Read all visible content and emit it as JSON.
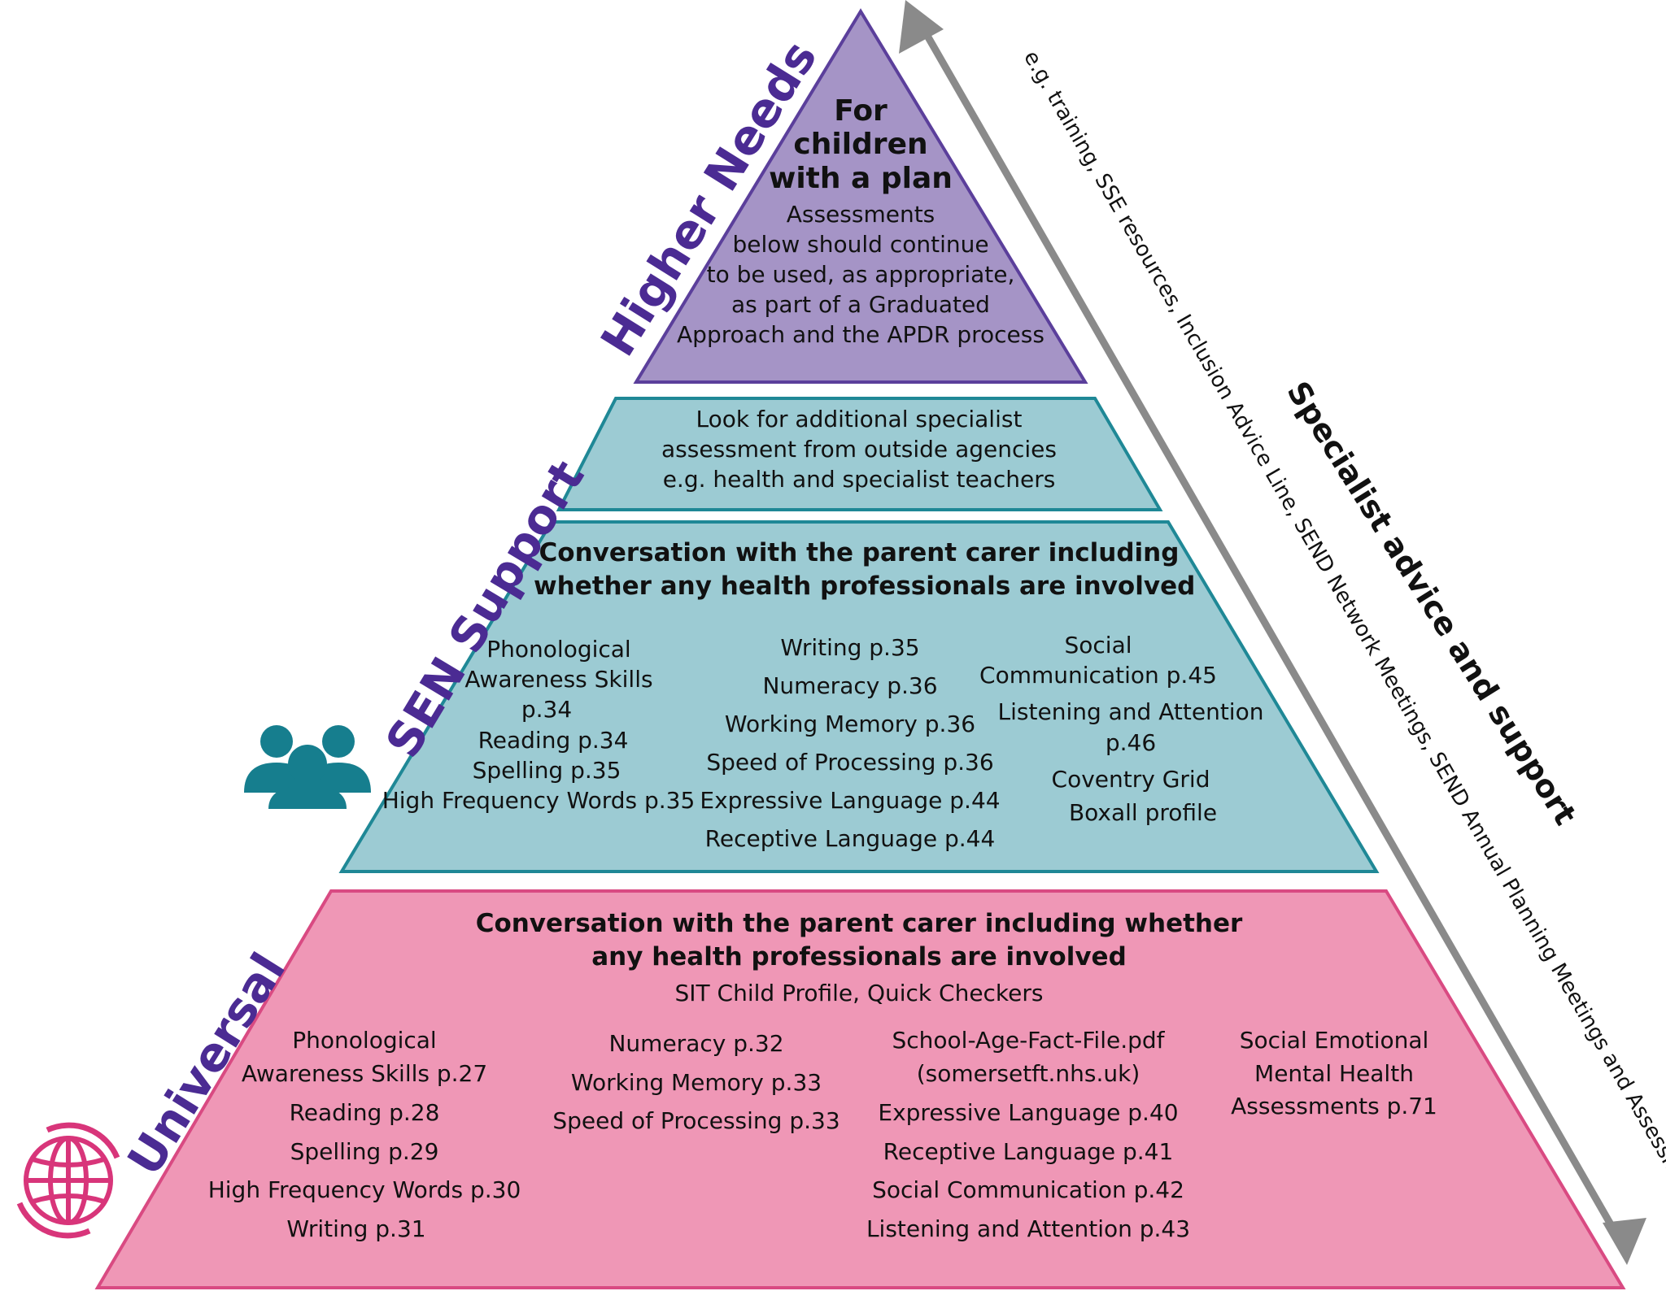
{
  "colors": {
    "higher_fill": "#a594c6",
    "higher_stroke": "#5b3f9b",
    "teal_fill": "#9ccbd3",
    "teal_stroke": "#1f8896",
    "pink_fill": "#ef97b6",
    "pink_stroke": "#d94a82",
    "label_purple": "#4b2b93",
    "icon_teal": "#167e8e",
    "icon_pink": "#d8357a",
    "arrow_grey": "#8a8a8a"
  },
  "higher_needs": {
    "label": "Higher Needs",
    "title_lines": [
      "For",
      "children",
      "with a plan"
    ],
    "body_lines": [
      "Assessments",
      "below should continue",
      "to be used, as appropriate,",
      "as part of a Graduated",
      "Approach and the APDR process"
    ]
  },
  "sen_support": {
    "label": "SEN Support",
    "icon": "people-group-icon",
    "specialist_lines": [
      "Look for additional specialist",
      "assessment from outside agencies",
      "e.g. health and specialist teachers"
    ],
    "title_lines": [
      "Conversation with the parent carer including",
      "whether any health professionals are involved"
    ],
    "col1": [
      "Phonological",
      "Awareness Skills",
      "p.34",
      "Reading p.34",
      "Spelling p.35",
      "High Frequency Words p.35"
    ],
    "col2": [
      "Writing p.35",
      "Numeracy p.36",
      "Working Memory p.36",
      "Speed of Processing p.36",
      "Expressive Language p.44",
      "Receptive Language p.44"
    ],
    "col3": [
      "Social",
      "Communication p.45",
      "Listening and Attention",
      "p.46",
      "Coventry Grid",
      "Boxall profile"
    ]
  },
  "universal": {
    "label": "Universal",
    "icon": "globe-icon",
    "title_lines": [
      "Conversation with the parent carer including whether",
      "any health professionals are involved"
    ],
    "subtitle": "SIT Child Profile, Quick Checkers",
    "col1": [
      "Phonological",
      "Awareness Skills p.27",
      "Reading p.28",
      "Spelling p.29",
      "High Frequency Words p.30",
      "Writing p.31"
    ],
    "col2": [
      "Numeracy p.32",
      "Working Memory p.33",
      "Speed of Processing p.33"
    ],
    "col3": [
      "School-Age-Fact-File.pdf",
      "(somersetft.nhs.uk)",
      "Expressive Language p.40",
      "Receptive Language p.41",
      "Social Communication p.42",
      "Listening and Attention p.43"
    ],
    "col4": [
      "Social Emotional",
      "Mental Health",
      "Assessments p.71"
    ]
  },
  "arrow": {
    "title": "Specialist advice and support",
    "detail": "e.g. training, SSE resources, Inclusion Advice Line, SEND Network Meetings, SEND Annual Planning Meetings and Assessments"
  }
}
